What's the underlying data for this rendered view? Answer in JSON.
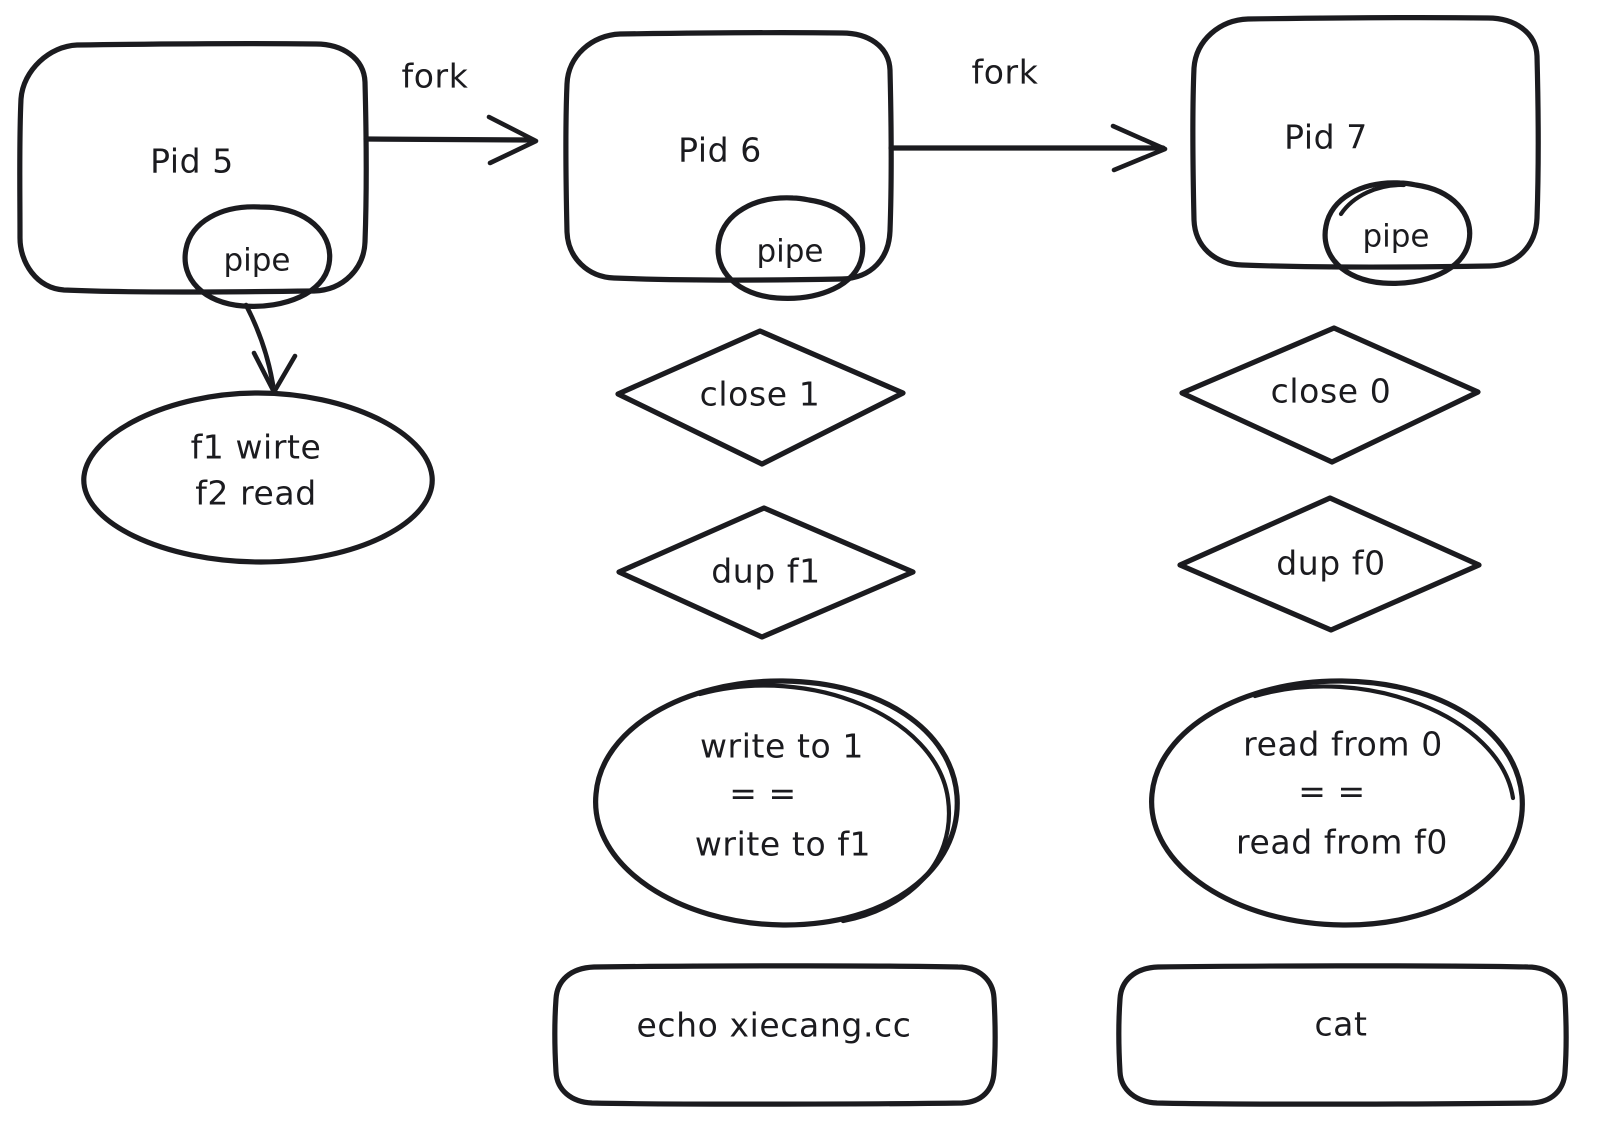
{
  "diagram": {
    "title": "fork and pipe process diagram",
    "style": "hand-drawn",
    "background_color": "#ffffff",
    "stroke_color": "#1b1b1f"
  },
  "processes": [
    {
      "id": "pid5",
      "label": "Pid 5",
      "pipe_label": "pipe"
    },
    {
      "id": "pid6",
      "label": "Pid 6",
      "pipe_label": "pipe"
    },
    {
      "id": "pid7",
      "label": "Pid 7",
      "pipe_label": "pipe"
    }
  ],
  "edges": [
    {
      "id": "fork-5-6",
      "label": "fork",
      "from": "Pid 5",
      "to": "Pid 6"
    },
    {
      "id": "fork-6-7",
      "label": "fork",
      "from": "Pid 6",
      "to": "Pid 7"
    },
    {
      "id": "pipe5-to-fd",
      "label": "",
      "from": "pipe",
      "to": "f1 wirte f2 read"
    }
  ],
  "left_column": {
    "fd_ellipse": {
      "line1": "f1 wirte",
      "line2": "f2 read"
    }
  },
  "middle_column": {
    "diamond_close": "close 1",
    "diamond_dup": "dup f1",
    "ellipse": {
      "line1": "write to 1",
      "line2": "= =",
      "line3": "write to f1"
    },
    "command_box": "echo xiecang.cc"
  },
  "right_column": {
    "diamond_close": "close 0",
    "diamond_dup": "dup f0",
    "ellipse": {
      "line1": "read from 0",
      "line2": "= =",
      "line3": "read from f0"
    },
    "command_box": "cat"
  }
}
